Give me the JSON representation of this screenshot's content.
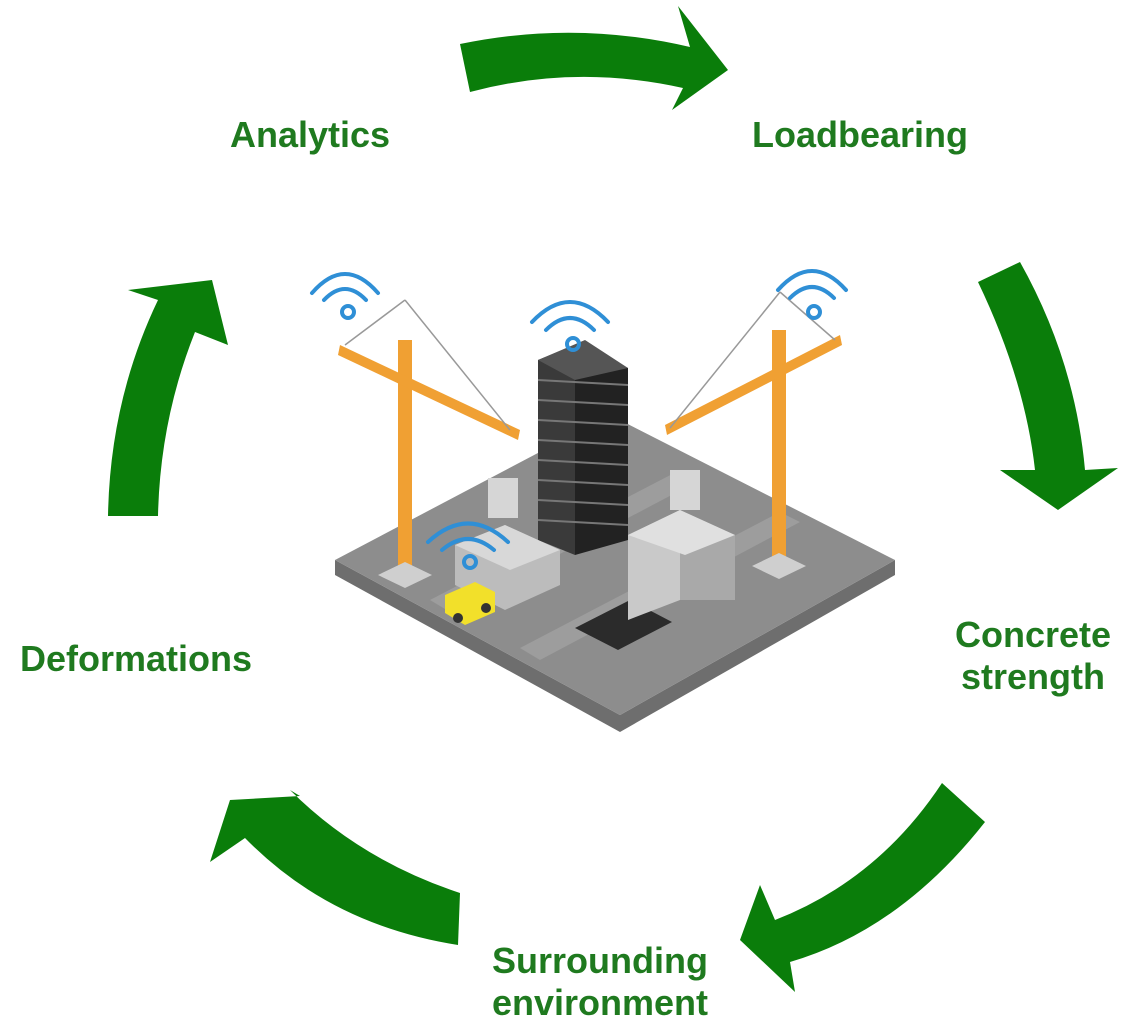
{
  "diagram": {
    "labels": {
      "analytics": "Analytics",
      "loadbearing": "Loadbearing",
      "concrete_line1": "Concrete",
      "concrete_line2": "strength",
      "deformations": "Deformations",
      "surrounding_line1": "Surrounding",
      "surrounding_line2": "environment"
    },
    "colors": {
      "arrow": "#0a7d0a",
      "label_text": "#1f7a1f",
      "crane": "#f0a033",
      "wifi": "#2f8fd6",
      "ground": "#8a8a8a",
      "truck": "#f2e02a"
    },
    "illustration": "construction-site-iot-illustration"
  }
}
